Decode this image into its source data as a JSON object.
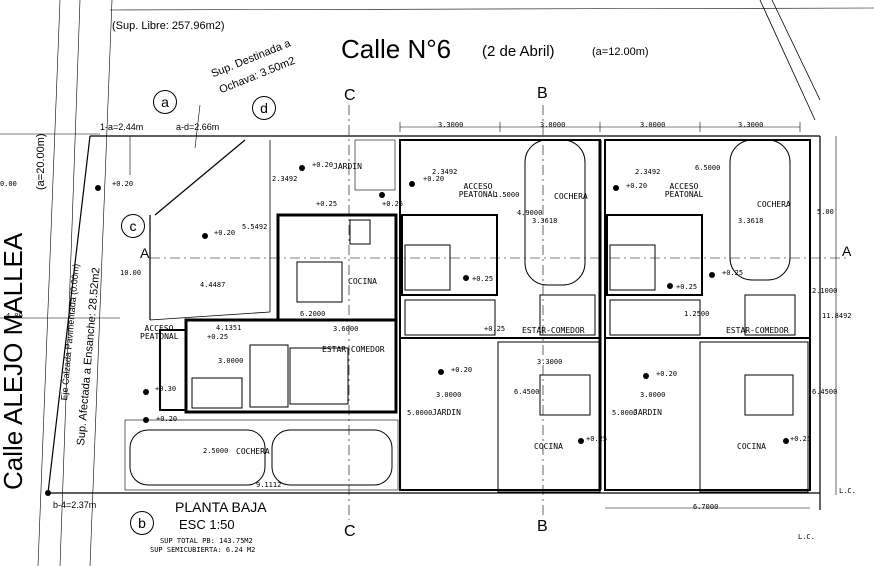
{
  "header": {
    "sup_libre": "(Sup. Libre: 257.96m2)",
    "street_title": "Calle N°6",
    "street_subtitle": "(2 de Abril)",
    "street_width": "(a=12.00m)",
    "ochava_line1": "Sup. Destinada a",
    "ochava_line2": "Ochava: 3.50m2"
  },
  "side": {
    "street_name": "Calle ALEJO MALLEA",
    "street_width": "(a=20.00m)",
    "eje_calzada": "Eje Calzada Pavimentada (0.00m)",
    "ensanche": "Sup. Afectada a Ensanche: 28.52m2"
  },
  "markers": {
    "a": "a",
    "b": "b",
    "c": "c",
    "d": "d",
    "section_A": "A",
    "section_B": "B",
    "section_C": "C"
  },
  "dimensions": {
    "d_1a": "1-a=2.44m",
    "d_ad": "a-d=2.66m",
    "d_b4": "b-4=2.37m",
    "top_1": "3.3000",
    "top_2": "3.0000",
    "top_3": "3.0000",
    "top_4": "3.3000",
    "d_23492a": "2.3492",
    "d_23492b": "2.3492",
    "d_23492c": "2.3492",
    "d_55492": "5.5492",
    "d_44487": "4.4487",
    "d_62000": "6.2000",
    "d_36000": "3.6000",
    "d_41351": "4.1351",
    "d_30000a": "3.0000",
    "d_25000": "2.5000",
    "d_91112": "9.1112",
    "d_15000": "1.5000",
    "d_49000": "4.9000",
    "d_65000a": "6.5000",
    "d_36818a": "3.3618",
    "d_36818b": "3.3618",
    "d_33000m": "3.3000",
    "d_30000b": "3.0000",
    "d_30000c": "3.0000",
    "d_50000a": "5.0000",
    "d_50000b": "5.0000",
    "d_64500a": "6.4500",
    "d_64500b": "6.4500",
    "d_12500": "1.2500",
    "d_67000": "6.7000",
    "d_500": "5.00",
    "d_118492": "11.8492",
    "d_21000": "2.1000",
    "d_10": "10.00",
    "d_000": "0.00",
    "d_400": "4.00",
    "d_lc": "L.C."
  },
  "levels": {
    "l1": "+0.20",
    "l2": "+0.20",
    "l3": "+0.25",
    "l4": "+0.20",
    "l5": "+0.25",
    "l6": "+0.20",
    "l7": "+0.20",
    "l8": "+0.25",
    "l9": "+0.30",
    "l10": "+0.25",
    "l11": "+0.20",
    "l12": "+0.25",
    "l13": "+0.20",
    "l14": "+0.25",
    "l15": "+0.25",
    "l16": "+0.20",
    "l17": "+0.25",
    "l18": "+0.25"
  },
  "rooms": {
    "jardin_1": "JARDIN",
    "cocina_1": "COCINA",
    "estar_1": "ESTAR-COMEDOR",
    "acceso_1": "ACCESO PEATONAL",
    "cochera_1": "COCHERA",
    "acceso_2": "ACCESO PEATONAL",
    "cochera_2": "COCHERA",
    "estar_2": "ESTAR-COMEDOR",
    "jardin_2": "JARDIN",
    "cocina_2": "COCINA",
    "acceso_3": "ACCESO PEATONAL",
    "cochera_3": "COCHERA",
    "estar_3": "ESTAR-COMEDOR",
    "jardin_3": "JARDIN",
    "cocina_3": "COCINA"
  },
  "footer": {
    "planta": "PLANTA BAJA",
    "escala": "ESC 1:50",
    "sup_total": "SUP TOTAL PB: 143.75M2",
    "sup_semi": "SUP SEMICUBIERTA: 6.24 M2"
  },
  "colors": {
    "line": "#000000",
    "background": "#ffffff"
  }
}
